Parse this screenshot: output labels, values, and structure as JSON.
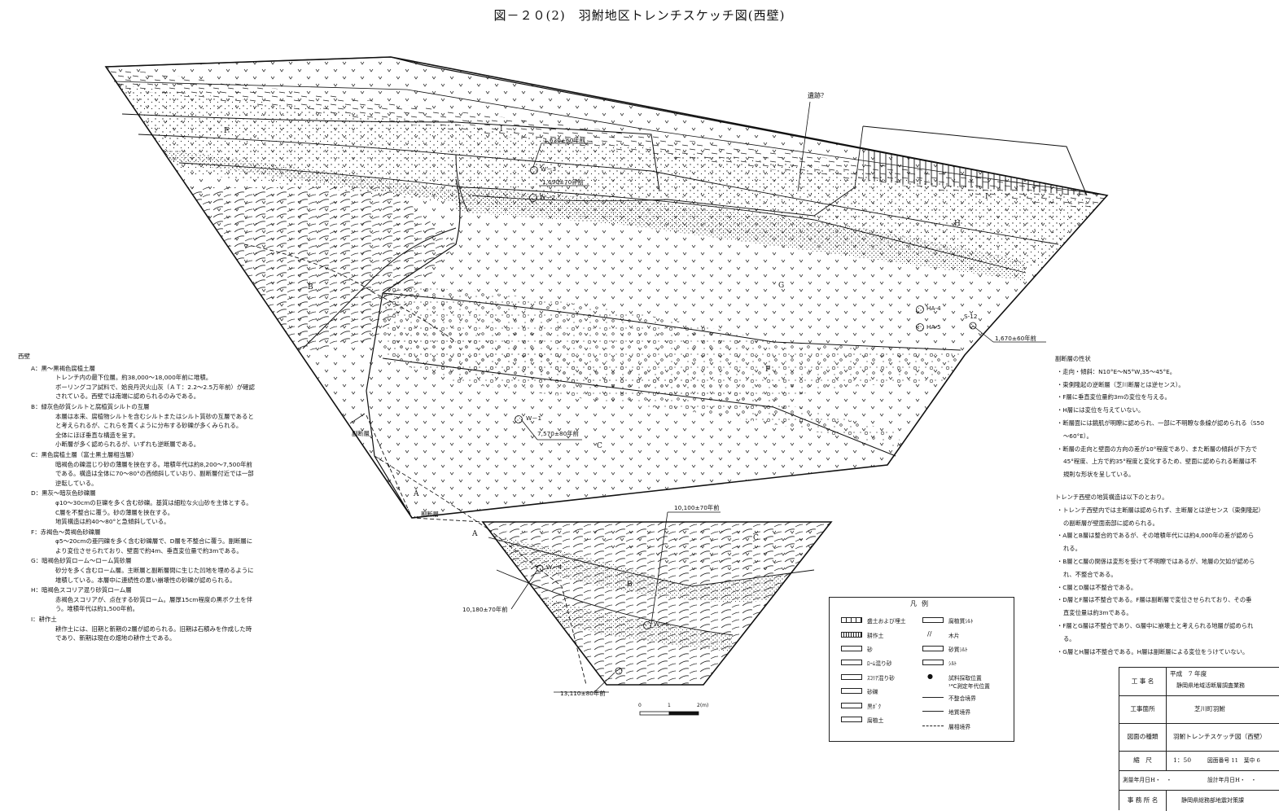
{
  "title": "図－２０(2)　羽鮒地区トレンチスケッチ図(西壁)",
  "layer_letters": {
    "I_top": "I",
    "I_right": "I",
    "H": "H",
    "F_top": "F",
    "G": "G",
    "B": "B",
    "F_mid": "F",
    "C": "C",
    "A_bottom": "A",
    "A_lower": "A",
    "B_lower": "B",
    "C_lower": "C"
  },
  "labels": {
    "iseki": "遺跡？",
    "fault1": "副断層",
    "fault2": "副断層",
    "S12": "S-12"
  },
  "samples": {
    "W3": "W－3",
    "W2": "W－2",
    "W1": "W－1",
    "W5": "W－5",
    "W4": "W－4",
    "HA4": "HA-4",
    "HA5": "HA-5"
  },
  "dates": {
    "d1630": "1,630±60年前",
    "d1690": "1,690±70年前",
    "d1670": "1,670±60年前",
    "d7570": "7,570±80年前",
    "d10100": "10,100±70年前",
    "d10180": "10,180±70年前",
    "d13110": "13,110±80年前"
  },
  "scale": {
    "s0": "0",
    "s1": "1",
    "s2": "2(m)"
  },
  "left_notes": {
    "heading": "西壁",
    "entries": [
      {
        "name": "A：黒～黒褐色腐植土層",
        "lines": [
          "トレンチ内の最下位層。約38,000～18,000年前に堆積。",
          "ボーリングコア試料で、姶良丹沢火山灰（ＡＴ：2.2～2.5万年前）が確認",
          "されている。西壁では南端に認められるのみである。"
        ]
      },
      {
        "name": "B：緑灰色砂質シルトと腐植質シルトの互層",
        "lines": [
          "本層は本来、腐植物シルトを含むシルトまたはシルト質砂の互層であると",
          "と考えられるが、これらを貫くように分布する砂礫が多くみられる。",
          "全体にほぼ垂直な構造を呈す。",
          "小断層が多く認められるが、いずれも逆断層である。"
        ]
      },
      {
        "name": "C：黒色腐植土層（富士黒土層相当層）",
        "lines": [
          "暗褐色の礫混じり砂の薄層を挟在する。堆積年代は約8,200～7,500年前",
          "である。構造は全体に70～80°の西傾斜していおり、副断層付近では一部",
          "逆転している。"
        ]
      },
      {
        "name": "D：黒灰～暗灰色砂礫層",
        "lines": [
          "φ10～30cmの巨礫を多く含む砂礫。基質は細粒な火山砂を主体とする。",
          "C層を不整合に覆う。砂の薄層を挟在する。",
          "地質構造は約40～80°と急傾斜している。"
        ]
      },
      {
        "name": "F：赤褐色～黄褐色砂礫層",
        "lines": [
          "φ5～20cmの亜円礫を多く含む砂礫層で、D層を不整合に覆う。副断層に",
          "より変位させられており、壁面で約4m、垂直変位量で約3mである。"
        ]
      },
      {
        "name": "G：暗褐色砂質ローム～ローム質砂層",
        "lines": [
          "砂分を多く含むローム層。主断層と副断層間に生じた凹地を埋めるように",
          "堆積している。本層中に連続性の悪い崩壊性の砂礫が認められる。"
        ]
      },
      {
        "name": "H：暗褐色スコリア混り砂質ローム層",
        "lines": [
          "赤褐色スコリアが、点在する砂質ローム。層厚15cm程度の黒ボク土を伴",
          "う。堆積年代は約1,500年前。"
        ]
      },
      {
        "name": "I：耕作土",
        "lines": [
          "耕作土には、旧期と新期の2層が認められる。旧期は石積みを作成した時",
          "であり、新期は現在の畑地の耕作土である。"
        ]
      }
    ]
  },
  "right_notes": {
    "heading": "副断層の性状",
    "items": [
      [
        "・走向・傾斜：N10°E～N5°W,35～45°E。"
      ],
      [
        "・東側隆起の逆断層（芝川断層とは逆センス）。"
      ],
      [
        "・F層に垂直変位量約3mの変位を与える。"
      ],
      [
        "・H層には変位を与えていない。"
      ],
      [
        "・断層面には鏡肌が明瞭に認められ、一部に不明瞭な条線が認められる（S50",
        "～60°E）。"
      ],
      [
        "・断層の走向と壁面の方向の差が10°程度であり、また断層の傾斜が下方で",
        "45°程度、上方で約35°程度と変化するため、壁面に認められる断層は不",
        "規則な形状を呈している。"
      ]
    ],
    "heading2": "トレンチ西壁の地質構造は以下のとおり。",
    "items2": [
      [
        "・トレンチ西壁内では主断層は認められず、主断層とは逆センス（東側隆起）",
        "の副断層が壁面南部に認められる。"
      ],
      [
        "・A層とB層は整合的であるが、その堆積年代には約4,000年の差が認めら",
        "れる。"
      ],
      [
        "・B層とC層の関係は変形を受けて不明瞭ではあるが、地層の欠如が認めら",
        "れ、不整合である。"
      ],
      [
        "・C層とD層は不整合である。"
      ],
      [
        "・D層とF層は不整合である。F層は副断層で変位させられており、その垂",
        "直変位量は約3mである。"
      ],
      [
        "・F層とG層は不整合であり、G層中に崩壊土と考えられる地層が認められ",
        "る。"
      ],
      [
        "・G層とH層は不整合である。H層は副断層による変位をうけていない。"
      ]
    ]
  },
  "legend": {
    "title": "凡例",
    "items": {
      "l1": "盛土および埋土",
      "l2": "耕作土",
      "l3": "砂",
      "l4": "ﾛｰﾑ混り砂",
      "l5": "ｽｺﾘｱ混り砂",
      "l6": "砂礫",
      "l7": "黒ﾎﾞｸ",
      "l8": "腐植土",
      "r1": "腐植質ｼﾙﾄ",
      "r2": "木片",
      "r3": "砂質ｼﾙﾄ",
      "r4": "ｼﾙﾄ",
      "r5": "試料採取位置",
      "r6": "¹⁴C測定年代位置",
      "r7": "不整合境界",
      "r8": "地質境界",
      "r9": "層相境界"
    }
  },
  "title_block": {
    "k1": "工 事 名",
    "v1a": "平成　7 年度",
    "v1b": "静岡県地域活断層調査業務",
    "k2": "工事箇所",
    "v2": "芝川町羽鮒",
    "k3": "図面の種類",
    "v3": "羽鮒トレンチスケッチ図（西壁）",
    "k4": "縮　尺",
    "v4": "1：50",
    "v4b": "図面番号 11　葉中 6",
    "k5": "測量年月日H・　・",
    "v5": "設計年月日H・　・",
    "k6": "事 務 所 名",
    "v6": "静岡県総務部地震対策課"
  }
}
